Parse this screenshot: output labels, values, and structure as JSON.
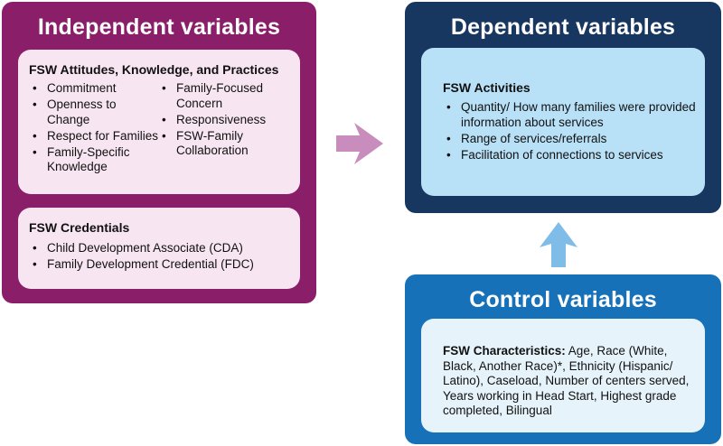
{
  "independent": {
    "title": "Independent variables",
    "attitudes": {
      "heading": "FSW Attitudes, Knowledge, and Practices",
      "left_items": [
        "Commitment",
        "Openness to Change",
        "Respect for Families",
        "Family-Specific Knowledge"
      ],
      "right_items": [
        "Family-Focused Concern",
        "Responsiveness",
        "FSW-Family Collaboration"
      ]
    },
    "credentials": {
      "heading": "FSW Credentials",
      "items": [
        "Child Development Associate (CDA)",
        "Family Development Credential (FDC)"
      ]
    }
  },
  "dependent": {
    "title": "Dependent variables",
    "activities": {
      "heading": "FSW Activities",
      "items": [
        "Quantity/ How many families were provided information about services",
        "Range of services/referrals",
        "Facilitation of connections to services"
      ]
    }
  },
  "control": {
    "title": "Control variables",
    "characteristics": {
      "heading": "FSW Characteristics:",
      "text": " Age, Race (White, Black, Another Race)*, Ethnicity (Hispanic/ Latino), Caseload, Number of centers served, Years working in Head Start, Highest grade completed, Bilingual"
    }
  },
  "colors": {
    "independent": "#8b1e68",
    "independent_card": "#f7e6f1",
    "dependent": "#173660",
    "dependent_card": "#b8e0f7",
    "control": "#1771b8",
    "control_card": "#e6f3fb",
    "arrow_right": "#c98dbd",
    "arrow_up": "#7fbde8"
  }
}
